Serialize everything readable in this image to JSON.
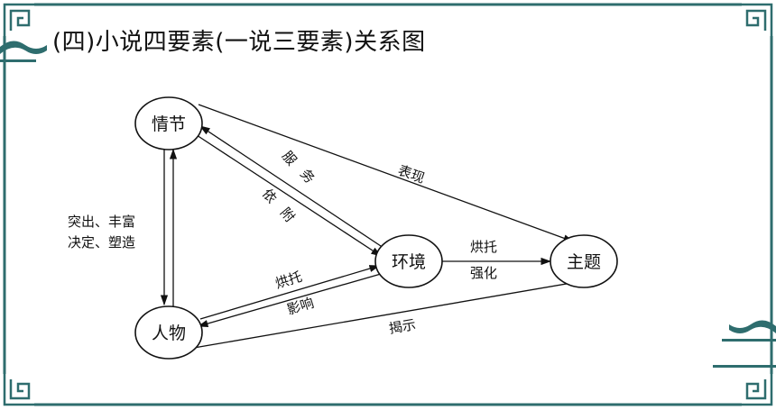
{
  "title": "(四)小说四要素(一说三要素)关系图",
  "colors": {
    "frame": "#2e6d6e",
    "text": "#111111",
    "line": "#111111"
  },
  "nodes": {
    "plot": "情节",
    "character": "人物",
    "environment": "环境",
    "theme": "主题"
  },
  "edges": {
    "plot_character_line1": "突出、丰富",
    "plot_character_line2": "决定、塑造",
    "plot_theme": "表现",
    "environment_plot_a": "服",
    "environment_plot_b": "务",
    "plot_environment_a": "依",
    "plot_environment_b": "附",
    "environment_character_1": "烘托",
    "environment_character_2": "影响",
    "environment_theme_1": "烘托",
    "environment_theme_2": "强化",
    "character_theme": "揭示"
  }
}
